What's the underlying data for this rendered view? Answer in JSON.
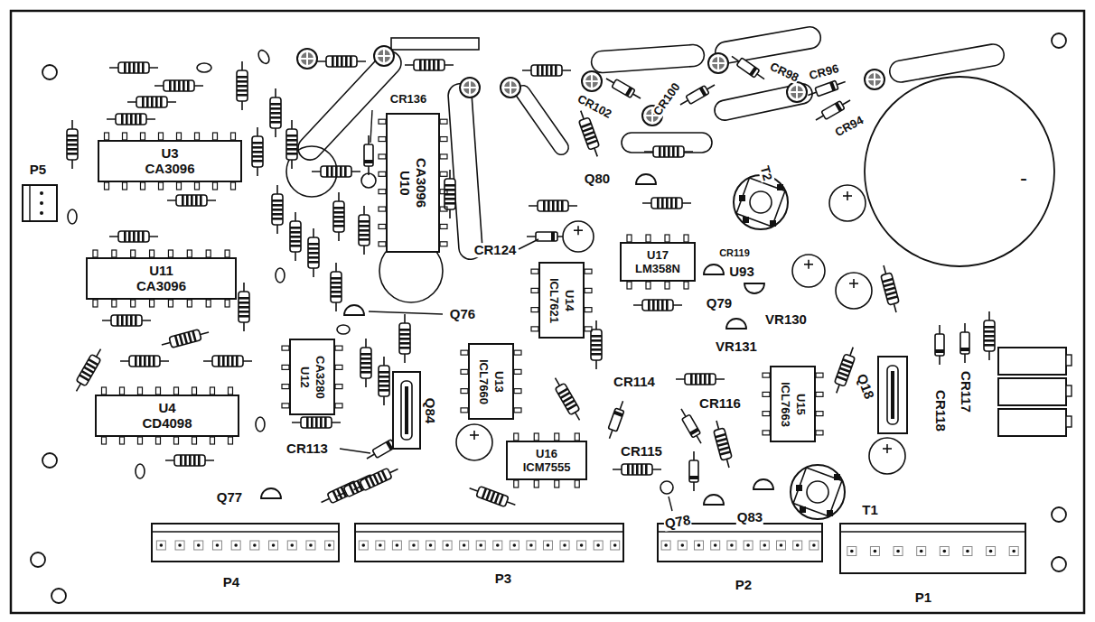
{
  "diagram": {
    "nodes": [
      {
        "text": [
          "U3",
          "CA3096"
        ]
      },
      {
        "text": [
          "U10",
          "CA3096"
        ]
      },
      {
        "text": [
          "U11",
          "CA3096"
        ]
      },
      {
        "text": [
          "U14",
          "ICL7621"
        ]
      },
      {
        "text": [
          "U17",
          "LM358N"
        ]
      },
      {
        "text": [
          "U12",
          "CA3280"
        ]
      },
      {
        "text": [
          "U13",
          "ICL7660"
        ]
      },
      {
        "text": [
          "U15",
          "ICL7663"
        ]
      },
      {
        "text": [
          "U4",
          "CD4098"
        ]
      },
      {
        "text": [
          "U16",
          "ICM7555"
        ]
      }
    ],
    "labels": [
      "P5",
      "CR136",
      "Q80",
      "CR102",
      "CR100",
      "CR98",
      "CR96",
      "CR94",
      "T2",
      "-",
      "CR124",
      "Q76",
      "CR119",
      "U93",
      "Q79",
      "VR130",
      "VR131",
      "CR113",
      "Q84",
      "CR114",
      "CR116",
      "Q18",
      "CR118",
      "CR117",
      "CR115",
      "Q77",
      "Q78",
      "Q83",
      "T1",
      "P4",
      "P3",
      "P2",
      "P1"
    ]
  }
}
